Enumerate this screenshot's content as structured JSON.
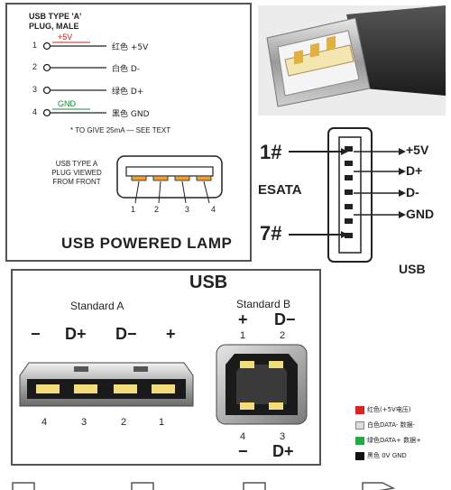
{
  "panel_top_left": {
    "header_line1": "USB TYPE 'A'",
    "header_line2": "PLUG, MALE",
    "pins": [
      {
        "num": "1",
        "wire": "+5V",
        "desc": "红色 +5V",
        "wire_color": "#cc2222"
      },
      {
        "num": "2",
        "wire": "",
        "desc": "白色 D-",
        "wire_color": "#222222"
      },
      {
        "num": "3",
        "wire": "",
        "desc": "绿色 D+",
        "wire_color": "#222222"
      },
      {
        "num": "4",
        "wire": "GND",
        "desc": "黑色 GND",
        "wire_color": "#1a8a3a"
      }
    ],
    "note": "* TO GIVE 25mA — SEE TEXT",
    "plug_label_line1": "USB TYPE A",
    "plug_label_line2": "PLUG VIEWED",
    "plug_label_line3": "FROM FRONT",
    "plug_pins": [
      "1",
      "2",
      "3",
      "4"
    ],
    "title": "USB POWERED LAMP"
  },
  "panel_esata": {
    "pin_first": "1#",
    "name": "ESATA",
    "pin_last": "7#",
    "signals": [
      "+5V",
      "D+",
      "D-",
      "GND"
    ],
    "caption": "USB"
  },
  "panel_bottom": {
    "title": "USB",
    "std_a_label": "Standard A",
    "std_a_signals": [
      "−",
      "D+",
      "D−",
      "+"
    ],
    "std_a_pins": [
      "4",
      "3",
      "2",
      "1"
    ],
    "std_b_label": "Standard B",
    "std_b_top_signals": [
      "+",
      "D−"
    ],
    "std_b_top_pins": [
      "1",
      "2"
    ],
    "std_b_bottom_pins": [
      "4",
      "3"
    ],
    "std_b_bottom_signals": [
      "−",
      "D+"
    ]
  },
  "legend": [
    {
      "color": "#dd2222",
      "label": "红色(+5V电压)"
    },
    {
      "color": "#dddddd",
      "label": "白色DATA- 数据-"
    },
    {
      "color": "#22aa44",
      "label": "绿色DATA+ 数据+"
    },
    {
      "color": "#111111",
      "label": "黑色 0V GND"
    }
  ]
}
